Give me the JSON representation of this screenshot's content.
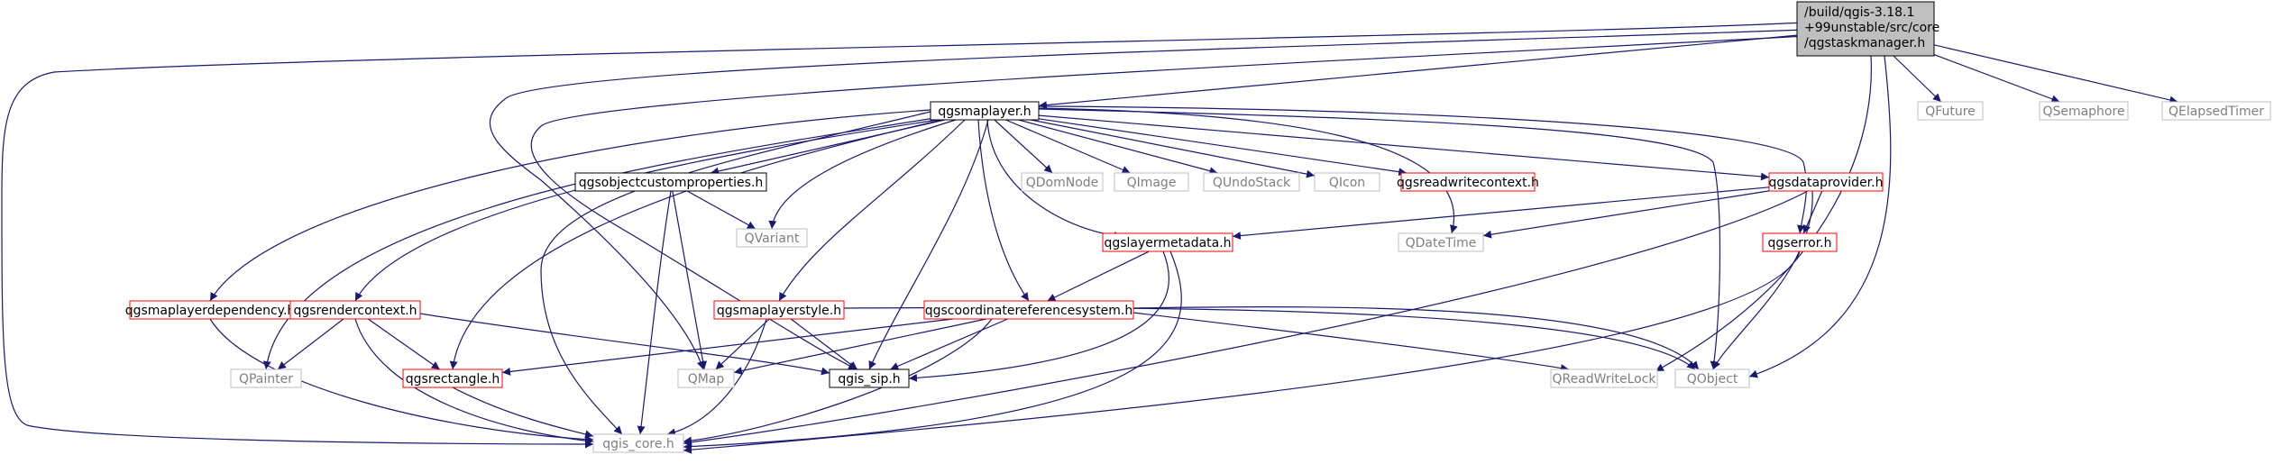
{
  "graph": {
    "colors": {
      "edge": "#191970",
      "box_black": "#000000",
      "box_red": "#ff0000",
      "box_gray": "#bfbfbf",
      "root_fill": "#bfbfbf",
      "gray_text": "#7f7f7f",
      "text": "#000000"
    },
    "nodes": [
      {
        "id": "root",
        "lines": [
          "/build/qgis-3.18.1",
          "+99unstable/src/core",
          "/qgstaskmanager.h"
        ],
        "style": "root"
      },
      {
        "id": "maplayer",
        "lines": [
          "qgsmaplayer.h"
        ],
        "style": "black"
      },
      {
        "id": "qfuture",
        "lines": [
          "QFuture"
        ],
        "style": "gray"
      },
      {
        "id": "qsemaphore",
        "lines": [
          "QSemaphore"
        ],
        "style": "gray"
      },
      {
        "id": "qelapsedtimer",
        "lines": [
          "QElapsedTimer"
        ],
        "style": "gray"
      },
      {
        "id": "qdomnode",
        "lines": [
          "QDomNode"
        ],
        "style": "gray"
      },
      {
        "id": "qimage",
        "lines": [
          "QImage"
        ],
        "style": "gray"
      },
      {
        "id": "qundostack",
        "lines": [
          "QUndoStack"
        ],
        "style": "gray"
      },
      {
        "id": "qicon",
        "lines": [
          "QIcon"
        ],
        "style": "gray"
      },
      {
        "id": "readwritecontext",
        "lines": [
          "qgsreadwritecontext.h"
        ],
        "style": "red"
      },
      {
        "id": "dataprovider",
        "lines": [
          "qgsdataprovider.h"
        ],
        "style": "red"
      },
      {
        "id": "objectcustom",
        "lines": [
          "qgsobjectcustomproperties.h"
        ],
        "style": "black"
      },
      {
        "id": "qvariant",
        "lines": [
          "QVariant"
        ],
        "style": "gray"
      },
      {
        "id": "layermetadata",
        "lines": [
          "qgslayermetadata.h"
        ],
        "style": "red"
      },
      {
        "id": "qdatetime",
        "lines": [
          "QDateTime"
        ],
        "style": "gray"
      },
      {
        "id": "qgserror",
        "lines": [
          "qgserror.h"
        ],
        "style": "red"
      },
      {
        "id": "maplayerdep",
        "lines": [
          "qgsmaplayerdependency.h"
        ],
        "style": "red"
      },
      {
        "id": "rendercontext",
        "lines": [
          "qgsrendercontext.h"
        ],
        "style": "red"
      },
      {
        "id": "maplayerstyle",
        "lines": [
          "qgsmaplayerstyle.h"
        ],
        "style": "red"
      },
      {
        "id": "crs",
        "lines": [
          "qgscoordinatereferencesystem.h"
        ],
        "style": "red"
      },
      {
        "id": "qpainter",
        "lines": [
          "QPainter"
        ],
        "style": "gray"
      },
      {
        "id": "rectangle",
        "lines": [
          "qgsrectangle.h"
        ],
        "style": "red"
      },
      {
        "id": "qmap",
        "lines": [
          "QMap"
        ],
        "style": "gray"
      },
      {
        "id": "qgissip",
        "lines": [
          "qgis_sip.h"
        ],
        "style": "black"
      },
      {
        "id": "qreadwritelock",
        "lines": [
          "QReadWriteLock"
        ],
        "style": "gray"
      },
      {
        "id": "qobject",
        "lines": [
          "QObject"
        ],
        "style": "gray"
      },
      {
        "id": "qgiscore",
        "lines": [
          "qgis_core.h"
        ],
        "style": "gray"
      }
    ],
    "edges": [
      [
        "root",
        "maplayer"
      ],
      [
        "root",
        "qfuture"
      ],
      [
        "root",
        "qsemaphore"
      ],
      [
        "root",
        "qelapsedtimer"
      ],
      [
        "root",
        "qgiscore"
      ],
      [
        "root",
        "qmap"
      ],
      [
        "root",
        "qgissip"
      ],
      [
        "root",
        "qreadwritelock"
      ],
      [
        "root",
        "qobject"
      ],
      [
        "maplayer",
        "qdomnode"
      ],
      [
        "maplayer",
        "qimage"
      ],
      [
        "maplayer",
        "qundostack"
      ],
      [
        "maplayer",
        "qicon"
      ],
      [
        "maplayer",
        "readwritecontext"
      ],
      [
        "maplayer",
        "dataprovider"
      ],
      [
        "maplayer",
        "objectcustom"
      ],
      [
        "maplayer",
        "qvariant"
      ],
      [
        "maplayer",
        "layermetadata"
      ],
      [
        "maplayer",
        "qdatetime"
      ],
      [
        "maplayer",
        "qgserror"
      ],
      [
        "maplayer",
        "maplayerdep"
      ],
      [
        "maplayer",
        "rendercontext"
      ],
      [
        "maplayer",
        "maplayerstyle"
      ],
      [
        "maplayer",
        "crs"
      ],
      [
        "maplayer",
        "qpainter"
      ],
      [
        "maplayer",
        "rectangle"
      ],
      [
        "maplayer",
        "qgissip"
      ],
      [
        "maplayer",
        "qobject"
      ],
      [
        "maplayer",
        "qgiscore"
      ],
      [
        "objectcustom",
        "qvariant"
      ],
      [
        "objectcustom",
        "qmap"
      ],
      [
        "objectcustom",
        "qgiscore"
      ],
      [
        "dataprovider",
        "layermetadata"
      ],
      [
        "dataprovider",
        "qdatetime"
      ],
      [
        "dataprovider",
        "qgserror"
      ],
      [
        "dataprovider",
        "qobject"
      ],
      [
        "dataprovider",
        "qgiscore"
      ],
      [
        "layermetadata",
        "crs"
      ],
      [
        "layermetadata",
        "qgissip"
      ],
      [
        "layermetadata",
        "qgiscore"
      ],
      [
        "qgserror",
        "qgiscore"
      ],
      [
        "maplayerdep",
        "qgiscore"
      ],
      [
        "rendercontext",
        "qpainter"
      ],
      [
        "rendercontext",
        "rectangle"
      ],
      [
        "rendercontext",
        "qgissip"
      ],
      [
        "rendercontext",
        "qgiscore"
      ],
      [
        "maplayerstyle",
        "qmap"
      ],
      [
        "maplayerstyle",
        "qgissip"
      ],
      [
        "maplayerstyle",
        "qobject"
      ],
      [
        "maplayerstyle",
        "qgiscore"
      ],
      [
        "crs",
        "rectangle"
      ],
      [
        "crs",
        "qmap"
      ],
      [
        "crs",
        "qgissip"
      ],
      [
        "crs",
        "qreadwritelock"
      ],
      [
        "crs",
        "qobject"
      ],
      [
        "crs",
        "qgiscore"
      ],
      [
        "rectangle",
        "qgiscore"
      ]
    ]
  }
}
